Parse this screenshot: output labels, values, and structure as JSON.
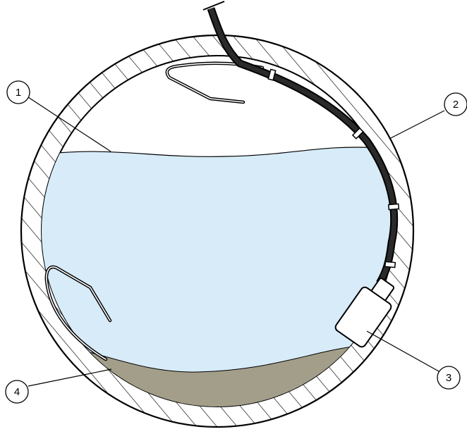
{
  "callouts": [
    {
      "id": "water-surface",
      "label": "1"
    },
    {
      "id": "pipe-wall",
      "label": "2"
    },
    {
      "id": "sensor",
      "label": "3"
    },
    {
      "id": "sediment",
      "label": "4"
    }
  ],
  "colors": {
    "water": "#d7ebf9",
    "sediment": "#a39e89",
    "wall": "#ffffff",
    "stroke": "#000000",
    "cable": "#111111"
  }
}
